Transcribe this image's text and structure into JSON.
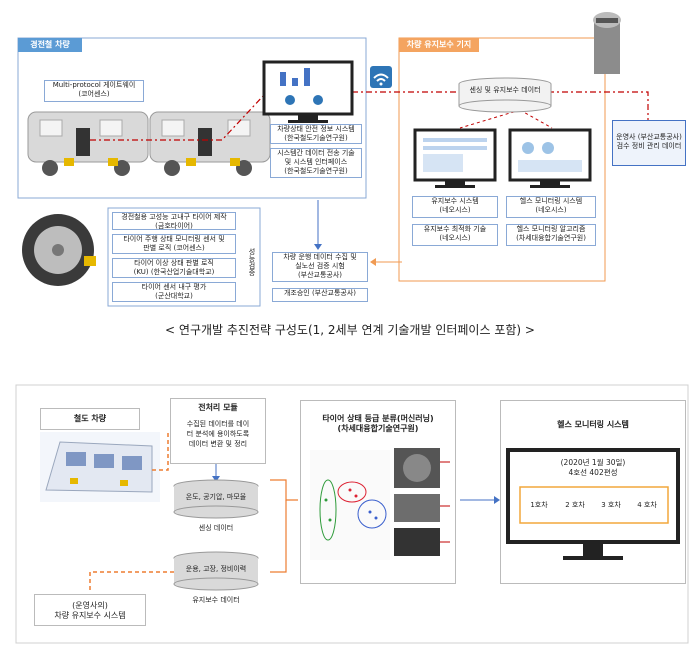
{
  "top": {
    "car_panel_title": "경전철 차량",
    "maint_panel_title": "차량 유지보수 기지",
    "gateway_label": "Multi-protocol 게이트웨이\n(코어센스)",
    "tire_items": [
      "경전철용 고성능 고내구 타이어 제작\n(금호타이어)",
      "타이어 주행 상태 모니터링 센서 및\n판별 로직 (코어센스)",
      "타이어 이상 상태 판별 로직\n(KU) (한국산업기술대학교)",
      "타이어 센서 내구 평가\n(군산대학교)"
    ],
    "tire_side_label": "성능검증",
    "monitor_labels": [
      "차량상태 안전 정보 시스템\n(한국철도기술연구원)",
      "시스템간 데이터 전송 기술\n및 시스템 인터페이스\n(한국철도기술연구원)"
    ],
    "db_label": "센싱 및 유지보수 데이터",
    "maint_items": [
      "유지보수 시스템\n(네오시스)",
      "유지보수 최적화 기술\n(네오시스)"
    ],
    "health_items": [
      "헬스 모니터링 시스템\n(네오시스)",
      "헬스 모니터링 알고리즘\n(차세대융합기술연구원)"
    ],
    "operator_label": "운영사 (부산교통공사)\n검수 정비 관리 데이터",
    "verify_label": "차량 운행 데이터 수집 및\n실노선 검증 시험\n(부산교통공사)",
    "open_label": "개조승인 (부산교통공사)",
    "caption": "< 연구개발 추진전략 구성도(1, 2세부 연계 기술개발 인터페이스 포함) >"
  },
  "bottom": {
    "rail_title": "철도 차량",
    "preprocess_title": "전처리 모듈",
    "preprocess_text": "수집된 데이터를 데이\n터 분석에 용이하도록\n데이터 변환 및 정리",
    "sensing_cyl": "온도, 공기압, 마모율",
    "sensing_label": "센싱 데이터",
    "maint_cyl": "운용, 고장, 정비이력",
    "maint_label": "유지보수 데이터",
    "operator_box": "(운영사의)\n차량 유지보수 시스템",
    "classify_title": "타이어 상태 등급 분류(머신러닝)\n(차세대융합기술연구원)",
    "health_title": "헬스 모니터링 시스템",
    "screen_line1": "(2020년 1월 30일)",
    "screen_line2": "4호선 402편성",
    "cars": [
      "1호차",
      "2 호차",
      "3 호차",
      "4 호차"
    ]
  },
  "colors": {
    "blue_header": "#5b9bd5",
    "orange_header": "#f4a460",
    "red_arrow": "#c00000",
    "blue_arrow": "#4472c4",
    "orange_dash": "#ed7d31"
  }
}
